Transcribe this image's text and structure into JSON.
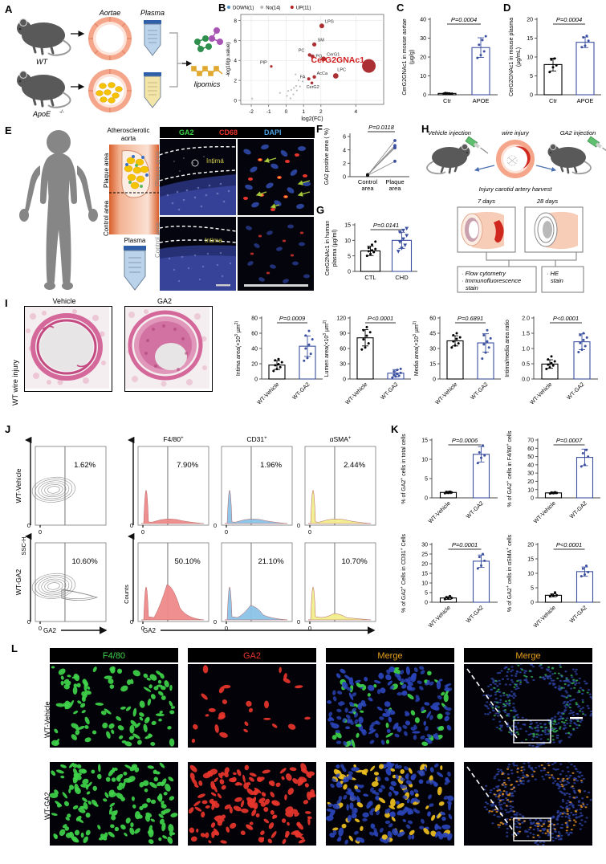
{
  "panels": {
    "A": "A",
    "B": "B",
    "C": "C",
    "D": "D",
    "E": "E",
    "F": "F",
    "G": "G",
    "H": "H",
    "I": "I",
    "J": "J",
    "K": "K",
    "L": "L"
  },
  "panelA": {
    "mouse_wt": "WT",
    "mouse_apoe": "ApoE",
    "mouse_apoe_sup": "-/-",
    "label_aortae": "Aortae",
    "label_plasma": "Plasma",
    "label_lipomics": "lipomics"
  },
  "chart_data": [
    {
      "panel": "B",
      "type": "scatter",
      "title": "",
      "xlabel": "log2(FC)",
      "ylabel": "-log10(p.value)",
      "xlim": [
        -2.6,
        5.6
      ],
      "ylim": [
        -0.4,
        8.6
      ],
      "xticks": [
        -2,
        -1,
        0,
        1,
        2,
        4
      ],
      "yticks": [
        0,
        2,
        4,
        6,
        8
      ],
      "legend": [
        {
          "label": "DOWN(1)",
          "color": "#4f93c7"
        },
        {
          "label": "No(14)",
          "color": "#b9b9b9"
        },
        {
          "label": "UP(11)",
          "color": "#b32020"
        }
      ],
      "legend_position": "top-left",
      "grid": true,
      "points": [
        {
          "label": "LPG",
          "x": 2.05,
          "y": 7.45,
          "r": 3.0,
          "color": "#a51e22",
          "lab_dx": 4,
          "lab_dy": -4
        },
        {
          "label": "SM",
          "x": 1.62,
          "y": 5.6,
          "r": 2.6,
          "color": "#a51e22",
          "lab_dx": 4,
          "lab_dy": -4
        },
        {
          "label": "PC",
          "x": 1.35,
          "y": 4.55,
          "r": 2.2,
          "color": "#a51e22",
          "lab_dx": -14,
          "lab_dy": -4
        },
        {
          "label": "PG",
          "x": 1.52,
          "y": 4.4,
          "r": 2.4,
          "color": "#a51e22",
          "lab_dx": 4,
          "lab_dy": 1
        },
        {
          "label": "CerG1",
          "x": 2.15,
          "y": 4.15,
          "r": 3.0,
          "color": "#a51e22",
          "lab_dx": 4,
          "lab_dy": -4
        },
        {
          "label": "CerG2GNAc1",
          "x": 4.75,
          "y": 3.45,
          "r": 8.5,
          "color": "#a51e22",
          "lab_dx": -72,
          "lab_dy": -4,
          "big": true
        },
        {
          "label": "PIP",
          "x": -0.85,
          "y": 3.4,
          "r": 1.6,
          "color": "#a51e22",
          "lab_dx": -14,
          "lab_dy": -3
        },
        {
          "label": "LPC",
          "x": 2.85,
          "y": 2.45,
          "r": 3.4,
          "color": "#a51e22",
          "lab_dx": 2,
          "lab_dy": -6
        },
        {
          "label": "AcCa",
          "x": 1.62,
          "y": 2.35,
          "r": 2.2,
          "color": "#a51e22",
          "lab_dx": 3,
          "lab_dy": -3
        },
        {
          "label": "FA",
          "x": 1.3,
          "y": 2.15,
          "r": 2.0,
          "color": "#a51e22",
          "lab_dx": -11,
          "lab_dy": -1
        },
        {
          "label": "CerG2",
          "x": 1.48,
          "y": 1.75,
          "r": 1.8,
          "color": "#a51e22",
          "lab_dx": -7,
          "lab_dy": 7
        }
      ],
      "nonsig_points": [
        {
          "x": 0.55,
          "y": 2.6
        },
        {
          "x": 0.72,
          "y": 2.0
        },
        {
          "x": 0.95,
          "y": 1.9
        },
        {
          "x": 0.58,
          "y": 1.45
        },
        {
          "x": 0.8,
          "y": 1.4
        },
        {
          "x": 0.45,
          "y": 1.25
        },
        {
          "x": 0.3,
          "y": 1.05
        },
        {
          "x": 0.62,
          "y": 1.0
        },
        {
          "x": 0.12,
          "y": 0.95
        },
        {
          "x": -0.35,
          "y": 0.75
        },
        {
          "x": 0.42,
          "y": 0.6
        },
        {
          "x": 0.05,
          "y": 0.45
        },
        {
          "x": -1.95,
          "y": 0.18
        },
        {
          "x": 0.25,
          "y": 0.2
        }
      ]
    },
    {
      "panel": "C",
      "type": "bar",
      "ylabel": "CerG2GNAc1 in mouse aortae (µg/g)",
      "ylabel_line1": "CerG2GNAc1 in mouse aortae",
      "ylabel_line2": "(µg/g)",
      "categories": [
        "Ctr",
        "APOE"
      ],
      "values": [
        0.7,
        25.0
      ],
      "errors": [
        0.4,
        5.2
      ],
      "yticks": [
        0,
        10,
        20,
        30,
        40
      ],
      "ylim": [
        0,
        40
      ],
      "pvalue": "P=0.0004",
      "colors": [
        "#000000",
        "#3b4fa0"
      ],
      "points": [
        [
          0.6,
          0.8,
          0.5,
          0.9,
          0.7,
          0.6
        ],
        [
          19.5,
          21.0,
          23.0,
          26.5,
          29.0,
          31.0
        ]
      ]
    },
    {
      "panel": "D",
      "type": "bar",
      "ylabel_line1": "CerG2GNAc1 in mouse plasma",
      "ylabel_line2": "(µg/mL)",
      "categories": [
        "Ctr",
        "APOE"
      ],
      "values": [
        8.0,
        13.9
      ],
      "errors": [
        1.7,
        1.4
      ],
      "yticks": [
        0,
        5,
        10,
        15,
        20
      ],
      "ylim": [
        0,
        20
      ],
      "pvalue": "P=0.0004",
      "colors": [
        "#000000",
        "#3b4fa0"
      ],
      "points": [
        [
          6.0,
          7.3,
          7.8,
          9.3,
          9.6
        ],
        [
          12.6,
          13.0,
          14.3,
          15.2,
          15.6
        ]
      ]
    },
    {
      "panel": "F",
      "type": "paired-line",
      "ylabel": "GA2 positive area ( %)",
      "categories": [
        "Control\narea",
        "Plaque\narea"
      ],
      "cat1_line1": "Control",
      "cat1_line2": "area",
      "cat2_line1": "Plaque",
      "cat2_line2": "area",
      "yticks": [
        0,
        2,
        4,
        6
      ],
      "ylim": [
        0,
        6
      ],
      "pvalue": "P=0.0118",
      "color": "#3b4fa0",
      "pairs": [
        {
          "control": 0.2,
          "plaque": 5.4
        },
        {
          "control": 0.28,
          "plaque": 4.65
        },
        {
          "control": 0.22,
          "plaque": 4.45
        },
        {
          "control": 0.3,
          "plaque": 4.3
        },
        {
          "control": 0.18,
          "plaque": 2.3
        }
      ]
    },
    {
      "panel": "G",
      "type": "bar",
      "ylabel_line1": "CerG2NAc1 in human",
      "ylabel_line2": "plasma (µg/ml)",
      "categories": [
        "CTL",
        "CHD"
      ],
      "values": [
        6.6,
        10.0
      ],
      "errors": [
        1.5,
        2.6
      ],
      "yticks": [
        0,
        5,
        10,
        15
      ],
      "ylim": [
        0,
        15
      ],
      "pvalue": "P=0.0141",
      "colors": [
        "#000000",
        "#3b4fa0"
      ],
      "points": [
        [
          5.0,
          5.6,
          6.2,
          6.5,
          6.8,
          7.2,
          7.6,
          8.6,
          9.6
        ],
        [
          6.4,
          7.4,
          8.4,
          9.4,
          10.4,
          11.5,
          12.6,
          13.2,
          13.8
        ]
      ]
    },
    {
      "panel": "I1",
      "type": "bar",
      "ylabel": "Intima area(×10³ µm²)",
      "ylabel_pre": "Intima area(×10",
      "ylabel_sup": "3",
      "ylabel_post": " µm",
      "categories": [
        "WT-Vehicle",
        "WT-GA2"
      ],
      "values": [
        18.3,
        43.0
      ],
      "errors": [
        5.8,
        13.5
      ],
      "yticks": [
        0,
        20,
        40,
        60,
        80
      ],
      "ylim": [
        0,
        80
      ],
      "pvalue": "P=0.0009",
      "colors": [
        "#000000",
        "#3b4fa0"
      ],
      "points": [
        [
          10.5,
          13.0,
          15.5,
          18.0,
          19.5,
          22.0,
          24.5,
          26.0
        ],
        [
          24.0,
          27.5,
          33.0,
          40.0,
          45.0,
          52.0,
          57.0,
          63.0
        ]
      ]
    },
    {
      "panel": "I2",
      "type": "bar",
      "ylabel_pre": "Lumen area(×10",
      "ylabel_sup": "3",
      "ylabel_post": " µm",
      "categories": [
        "WT-Vehicle",
        "WT-GA2"
      ],
      "values": [
        81.0,
        11.5
      ],
      "errors": [
        16.0,
        7.0
      ],
      "yticks": [
        0,
        30,
        60,
        90,
        120
      ],
      "ylim": [
        0,
        120
      ],
      "pvalue": "P<0.0001",
      "colors": [
        "#000000",
        "#3b4fa0"
      ],
      "points": [
        [
          58.0,
          62.0,
          70.0,
          78.0,
          85.0,
          92.0,
          96.0,
          102.0
        ],
        [
          3.0,
          5.0,
          6.5,
          8.0,
          10.0,
          12.0,
          15.0,
          18.0,
          20.0
        ]
      ]
    },
    {
      "panel": "I3",
      "type": "bar",
      "ylabel_pre": "Media area(×10",
      "ylabel_sup": "3",
      "ylabel_post": " µm",
      "categories": [
        "WT-Vehicle",
        "WT-GA2"
      ],
      "values": [
        37.5,
        35.5
      ],
      "errors": [
        5.0,
        9.0
      ],
      "yticks": [
        0,
        15,
        30,
        45,
        60
      ],
      "ylim": [
        0,
        60
      ],
      "pvalue": "P=0.6891",
      "colors": [
        "#000000",
        "#3b4fa0"
      ],
      "points": [
        [
          31.0,
          33.0,
          35.0,
          37.0,
          39.5,
          41.0,
          43.0,
          45.0
        ],
        [
          20.0,
          26.0,
          31.0,
          34.0,
          37.0,
          40.0,
          43.0,
          48.0
        ]
      ]
    },
    {
      "panel": "I4",
      "type": "bar",
      "ylabel": "Intima/media area ratio",
      "categories": [
        "WT-Vehicle",
        "WT-GA2"
      ],
      "values": [
        0.49,
        1.22
      ],
      "errors": [
        0.14,
        0.26
      ],
      "yticks": [
        0.0,
        0.5,
        1.0,
        1.5,
        2.0
      ],
      "ylim": [
        0,
        2.0
      ],
      "pvalue": "P<0.0001",
      "colors": [
        "#000000",
        "#3b4fa0"
      ],
      "points": [
        [
          0.33,
          0.38,
          0.44,
          0.47,
          0.52,
          0.58,
          0.64,
          0.74
        ],
        [
          0.88,
          0.96,
          1.08,
          1.18,
          1.28,
          1.36,
          1.44,
          1.5
        ]
      ]
    },
    {
      "panel": "K1",
      "type": "bar",
      "ylabel_pre": "% of GA2",
      "ylabel_sup": "+",
      "ylabel_post": " cells in total cells",
      "categories": [
        "WT-Vehicle",
        "WT-GA2"
      ],
      "values": [
        1.4,
        11.3
      ],
      "errors": [
        0.3,
        2.0
      ],
      "yticks": [
        0,
        5,
        10,
        15
      ],
      "ylim": [
        0,
        15
      ],
      "pvalue": "P=0.0006",
      "colors": [
        "#000000",
        "#3b4fa0"
      ],
      "points": [
        [
          1.2,
          1.3,
          1.4,
          1.5,
          1.6
        ],
        [
          9.0,
          10.4,
          11.0,
          11.8,
          13.6
        ]
      ]
    },
    {
      "panel": "K2",
      "type": "bar",
      "ylabel_pre": "% of GA2",
      "ylabel_sup": "+",
      "ylabel_post": " cells in F4/80",
      "ylabel_post2": " cells",
      "categories": [
        "WT-Vehicle",
        "WT-GA2"
      ],
      "values": [
        6.0,
        49.0
      ],
      "errors": [
        1.0,
        10.0
      ],
      "yticks": [
        0,
        10,
        20,
        30,
        40,
        50,
        60,
        70
      ],
      "ylim": [
        0,
        70
      ],
      "pvalue": "P=0.0007",
      "colors": [
        "#000000",
        "#3b4fa0"
      ],
      "points": [
        [
          5.2,
          5.6,
          6.0,
          6.4,
          6.8
        ],
        [
          38.0,
          40.0,
          50.0,
          54.0,
          58.0
        ]
      ]
    },
    {
      "panel": "K3",
      "type": "bar",
      "ylabel_pre": "% of GA2",
      "ylabel_sup": "+",
      "ylabel_post": " Cells in CD31",
      "ylabel_post2": " Cells",
      "categories": [
        "WT-Vehicle",
        "WT-GA2"
      ],
      "values": [
        2.2,
        21.3
      ],
      "errors": [
        0.7,
        3.2
      ],
      "yticks": [
        0,
        5,
        10,
        15,
        20,
        25,
        30
      ],
      "ylim": [
        0,
        30
      ],
      "pvalue": "P=0.0001",
      "colors": [
        "#000000",
        "#3b4fa0"
      ],
      "points": [
        [
          1.6,
          2.0,
          2.2,
          2.6,
          3.2
        ],
        [
          17.5,
          19.0,
          21.5,
          23.5,
          25.0
        ]
      ]
    },
    {
      "panel": "K4",
      "type": "bar",
      "ylabel_pre": "% of GA2",
      "ylabel_sup": "+",
      "ylabel_post": " cells in αSMA",
      "ylabel_post2": " cells",
      "categories": [
        "WT-Vehicle",
        "WT-GA2"
      ],
      "values": [
        2.4,
        10.6
      ],
      "errors": [
        0.5,
        1.6
      ],
      "yticks": [
        0,
        5,
        10,
        15,
        20
      ],
      "ylim": [
        0,
        20
      ],
      "pvalue": "P<0.0001",
      "colors": [
        "#000000",
        "#3b4fa0"
      ],
      "points": [
        [
          2.0,
          2.2,
          2.4,
          2.6,
          3.4
        ],
        [
          9.0,
          9.6,
          10.4,
          11.6,
          12.6
        ]
      ]
    }
  ],
  "panelE": {
    "title_line1": "Atherosclerotic",
    "title_line2": "aorta",
    "plaque_area": "Plaque area",
    "control_area": "Control area",
    "plasma": "Plasma",
    "marker_ga2": "GA2",
    "marker_cd68": "CD68",
    "marker_dapi": "DAPI",
    "row1": "Plaque area",
    "row2": "Control area",
    "intima": "Intima"
  },
  "panelH": {
    "vehicle_injection": "Vehicle injection",
    "wire_injury": "wire injury",
    "ga2_injection": "GA2 injection",
    "harvest": "Injury carotid artery harvest",
    "day7": "7 days",
    "day28": "28 days",
    "box1_line1": "· Flow cytometry",
    "box1_line2": "· Immunofluorescence",
    "box1_line3": "  stain",
    "box2_line1": "· HE",
    "box2_line2": "  stain"
  },
  "panelI": {
    "row_label": "WT wire injury",
    "col1": "Vehicle",
    "col2": "GA2"
  },
  "panelJ": {
    "row1": "WT-Vehicle",
    "row2": "WT-GA2",
    "yaxis_scatter": "SSC-H",
    "yaxis_hist": "Counts",
    "xaxis": "GA2",
    "zero": "0",
    "columns": [
      {
        "header": "",
        "top_pct": "1.62%",
        "bottom_pct": "10.60%",
        "color": "#777777",
        "type": "contour"
      },
      {
        "header": "F4/80",
        "header_sup": "+",
        "top_pct": "7.90%",
        "bottom_pct": "50.10%",
        "color": "#ef8a8a",
        "type": "hist"
      },
      {
        "header": "CD31",
        "header_sup": "+",
        "top_pct": "1.96%",
        "bottom_pct": "21.10%",
        "color": "#8cc4e8",
        "type": "hist"
      },
      {
        "header": "αSMA",
        "header_sup": "+",
        "top_pct": "2.44%",
        "bottom_pct": "10.70%",
        "color": "#f2ef8e",
        "type": "hist"
      }
    ]
  },
  "panelL": {
    "columns": [
      "F4/80",
      "GA2",
      "Merge",
      "Merge"
    ],
    "col_colors": [
      "#3fd34a",
      "#e8352c",
      "#e8a01e",
      "#e8a01e"
    ],
    "row1": "WT-Vehicle",
    "row2": "WT-GA2"
  }
}
